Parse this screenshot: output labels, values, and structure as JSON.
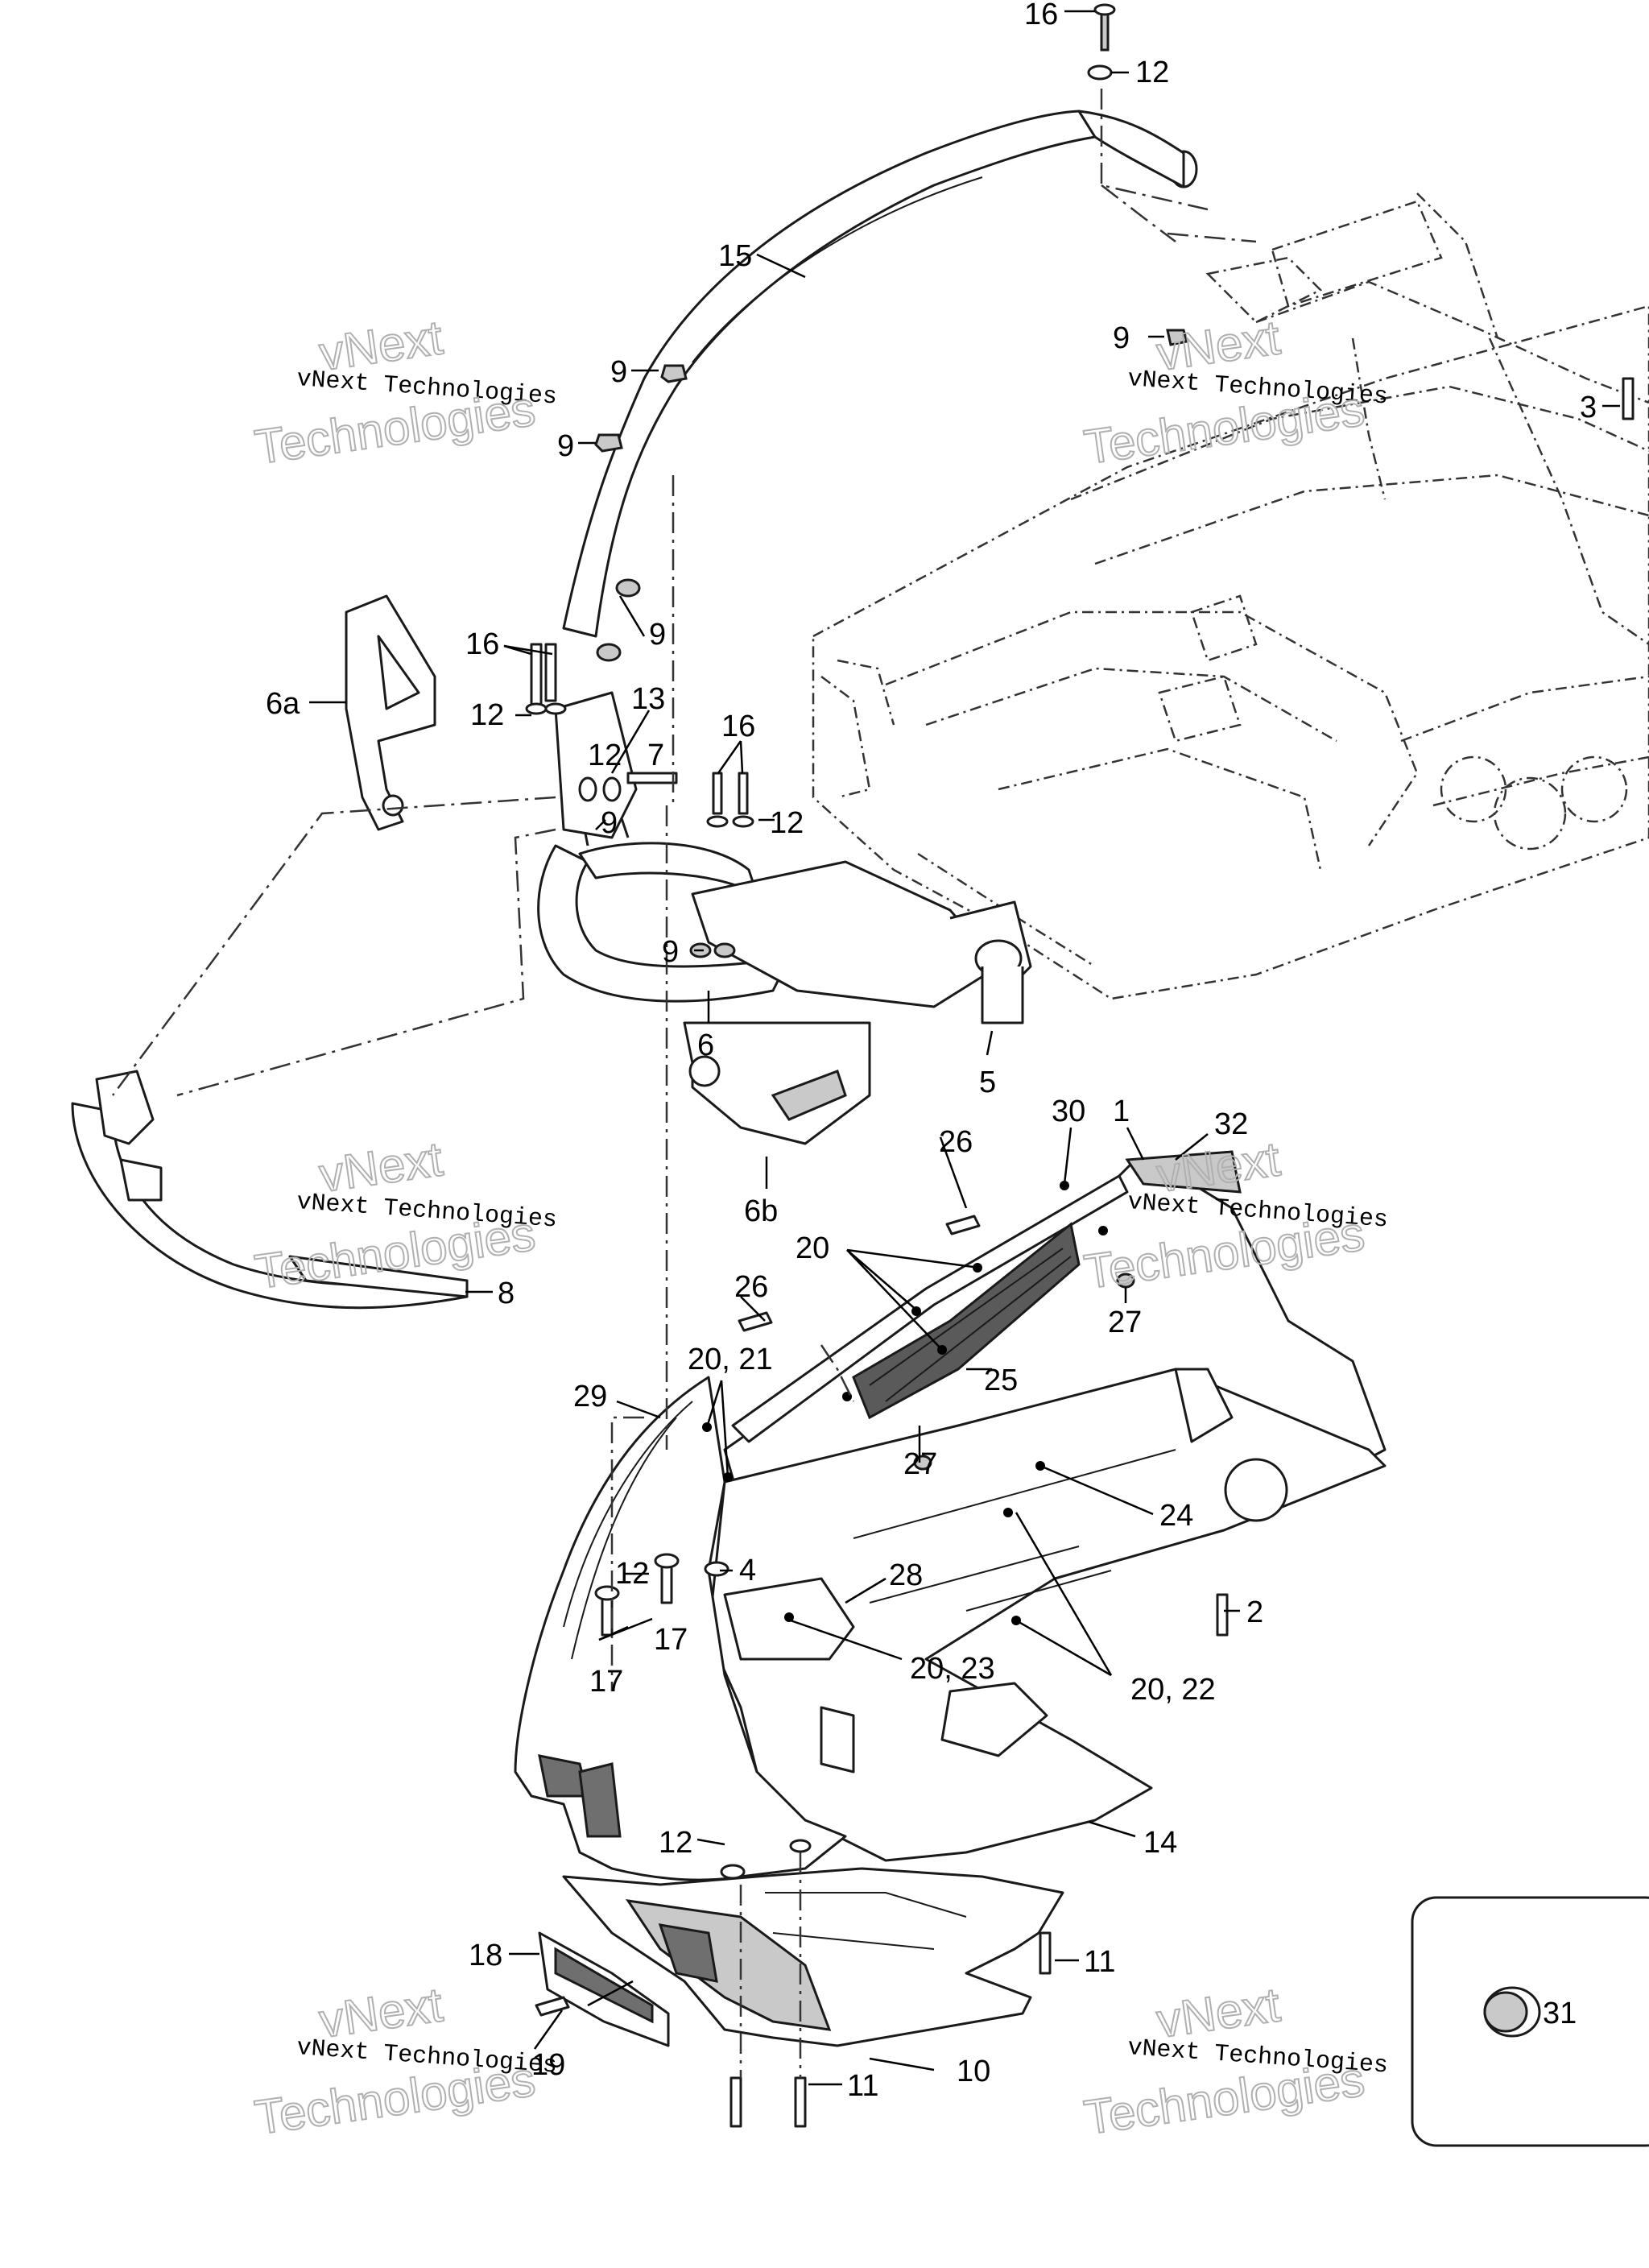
{
  "labels": {
    "l16_top": "16",
    "l12_top": "12",
    "l15": "15",
    "l9_a": "9",
    "l9_b": "9",
    "l9_c": "9",
    "l9_d": "9",
    "l9_e": "9",
    "l9_f": "9",
    "l3": "3",
    "l16_left": "16",
    "l6a": "6a",
    "l12_left": "12",
    "l13": "13",
    "l12_mid": "12",
    "l7": "7",
    "l16_right": "16",
    "l12_right": "12",
    "l6": "6",
    "l5": "5",
    "l6b": "6b",
    "l30": "30",
    "l1": "1",
    "l32": "32",
    "l26_a": "26",
    "l26_b": "26",
    "l20": "20",
    "l27_a": "27",
    "l8": "8",
    "l20_21": "20, 21",
    "l25": "25",
    "l29": "29",
    "l27_b": "27",
    "l24": "24",
    "l4": "4",
    "l12_low": "12",
    "l28": "28",
    "l2": "2",
    "l17_a": "17",
    "l17_b": "17",
    "l20_23": "20, 23",
    "l20_22": "20, 22",
    "l14": "14",
    "l12_bottom": "12",
    "l18": "18",
    "l11_a": "11",
    "l31": "31",
    "l19": "19",
    "l11_b": "11",
    "l10": "10"
  },
  "watermarks": {
    "company": "vNext Technologies",
    "brand": "vNext",
    "word": "Technologies"
  }
}
